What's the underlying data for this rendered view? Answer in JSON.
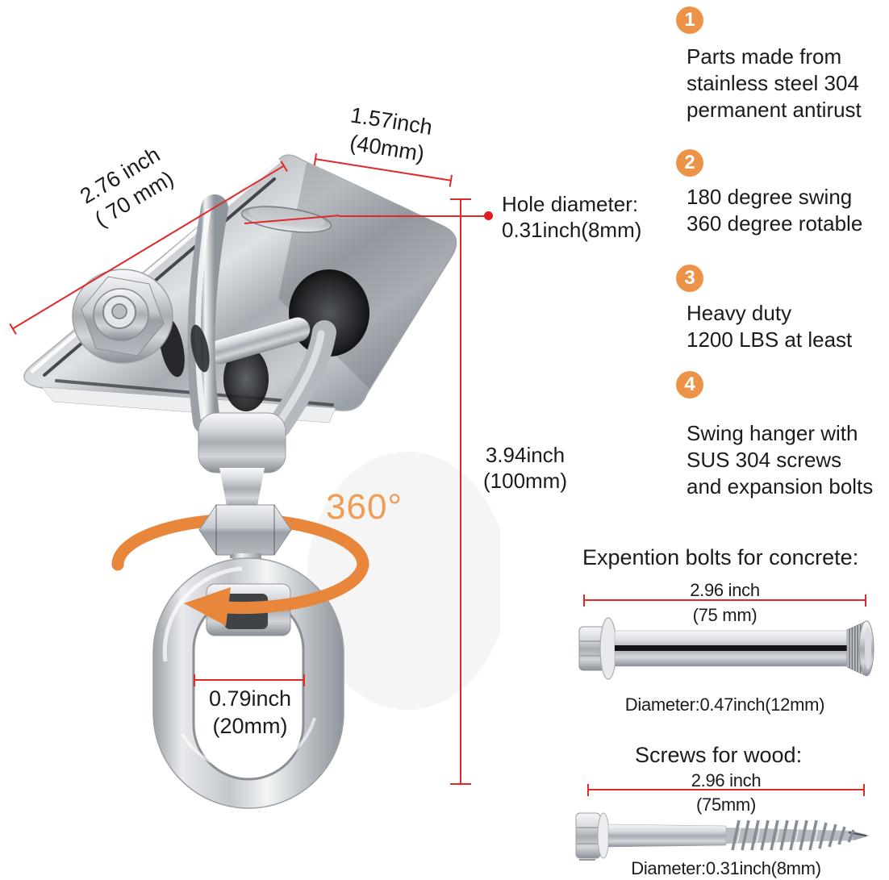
{
  "colors": {
    "accent_orange": "#EC9347",
    "arrow_orange": "#E8873C",
    "dimension_red": "#E02A2A",
    "text": "#1B1B1D"
  },
  "features": [
    {
      "number": "1",
      "lines": [
        "Parts made from",
        "stainless steel 304",
        "permanent antirust"
      ]
    },
    {
      "number": "2",
      "lines": [
        "180 degree swing",
        "360 degree rotable"
      ]
    },
    {
      "number": "3",
      "lines": [
        "Heavy duty",
        "1200 LBS at least"
      ]
    },
    {
      "number": "4",
      "lines": [
        "Swing hanger with",
        "SUS 304 screws",
        "and expansion bolts"
      ]
    }
  ],
  "hanger": {
    "plate_width": {
      "line1": "2.76 inch",
      "line2": "( 70 mm)"
    },
    "plate_depth": {
      "line1": "1.57inch",
      "line2": "(40mm)"
    },
    "hole": {
      "line1": "Hole diameter:",
      "line2": "0.31inch(8mm)"
    },
    "overall_height": {
      "line1": "3.94inch",
      "line2": "(100mm)"
    },
    "rotation": "360°",
    "ring_width": {
      "line1": "0.79inch",
      "line2": "(20mm)"
    }
  },
  "expansion_bolt": {
    "title": "Expention bolts for concrete:",
    "length_line1": "2.96 inch",
    "length_line2": "(75 mm)",
    "diameter": "Diameter:0.47inch(12mm)"
  },
  "wood_screw": {
    "title": "Screws for wood:",
    "length_line1": "2.96 inch",
    "length_line2": "(75mm)",
    "diameter": "Diameter:0.31inch(8mm)"
  }
}
